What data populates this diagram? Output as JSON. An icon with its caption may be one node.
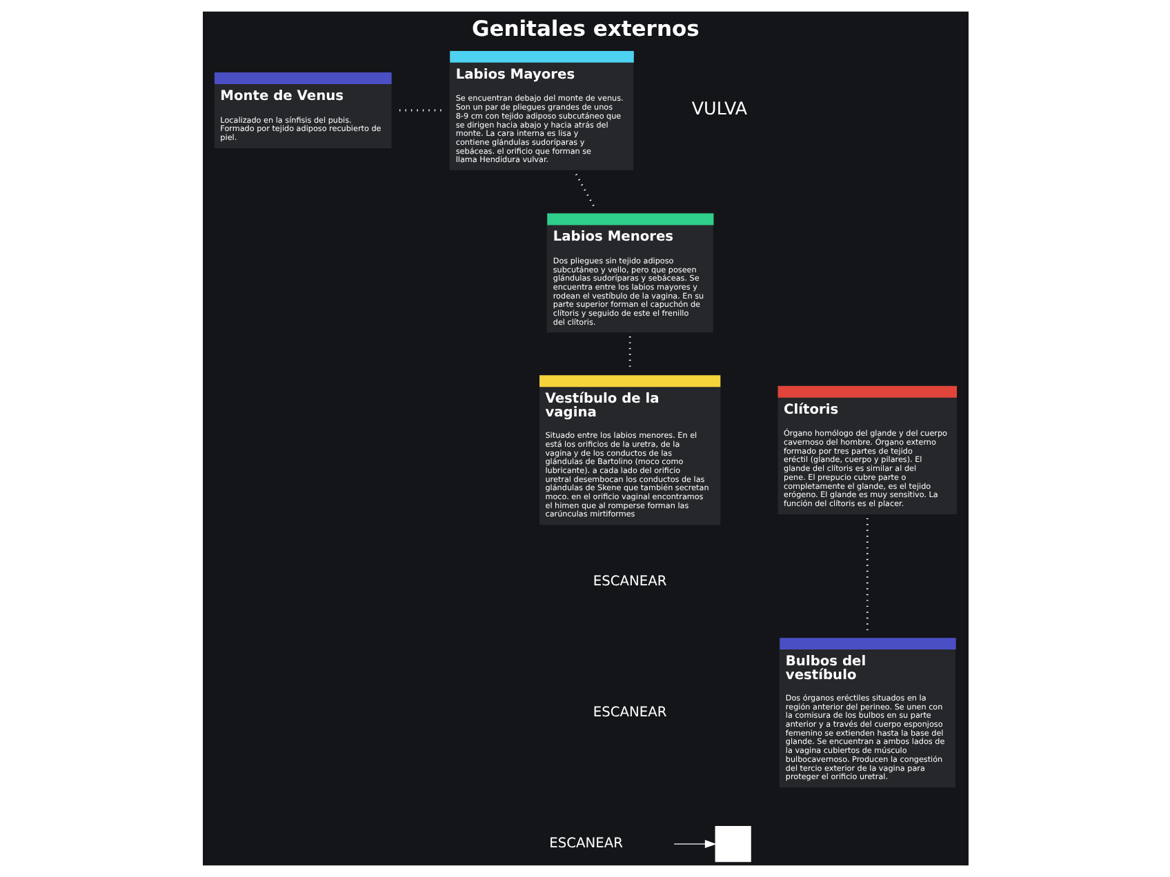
{
  "diagram": {
    "title": "Genitales externos",
    "nodes": [
      {
        "text": [
          "Monte de Venus",
          "Localizado en la sínfisis del pubis. Formado por tejido adiposo recubierto de piel."
        ]
      },
      {
        "text": [
          "Labios Mayores",
          "Se encuentran debajo del monte de venus. Son un par de pliegues grandes de unos 8-9 cm con tejido adiposo subcutáneo que se dirigen hacia abajo y hacia atrás del monte. La cara interna es lisa y contiene glándulas sudoríparas y sebáceas. el orificio que forman se llama Hendidura vulvar."
        ]
      },
      {
        "text": [
          "Labios Menores",
          "Dos pliegues sin tejido adiposo subcutáneo y vello, pero que poseen glándulas sudoríparas y sebáceas. Se encuentra entre los labios mayores y rodean el vestíbulo de la vagina. En su parte superior forman el capuchón de clítoris y seguido de este el frenillo del clítoris."
        ]
      },
      {
        "text": [
          "Vestíbulo de la vagina",
          "Situado entre los labios menores. En el está los orificios de la uretra, de la vagina y de los conductos de las glándulas de Bartolino (moco como lubricante). a cada lado del orificio uretral desembocan los conductos de las glándulas de Skene que también secretan moco. en el orificio vaginal encontramos el himen que al romperse forman las carúnculas mirtiformes"
        ]
      },
      {
        "text": [
          "Clítoris",
          "Órgano homólogo del glande y del cuerpo cavernoso del hombre. Órgano externo formado por tres partes de tejido eréctil (glande, cuerpo y pilares). El glande del clítoris es similar al del pene. El prepucio cubre parte o completamente el glande, es el tejido erógeno. El glande es muy sensitivo. La función del clítoris es el placer."
        ]
      },
      {
        "text": [
          "Bulbos del vestíbulo",
          "Dos órganos eréctiles situados en la región anterior del perineo. Se unen con la comisura de los bulbos en su parte anterior y a través del cuerpo esponjoso femenino se extienden hasta la base del glande. Se encuentran a ambos lados de la vagina cubiertos de músculo bulbocavernoso. Producen la congestión del tercio exterior de la vagina para proteger el orificio uretral."
        ]
      },
      {
        "text": [],
        "shape": "box"
      }
    ],
    "edges": [
      {
        "from": 0,
        "to": 1,
        "arrow": "none",
        "style": "dashed"
      },
      {
        "from": 1,
        "to": 2,
        "arrow": "none",
        "style": "dashed"
      },
      {
        "from": 2,
        "to": 3,
        "arrow": "none",
        "style": "dashed"
      },
      {
        "from": 4,
        "to": 5,
        "arrow": "none",
        "style": "dashed"
      },
      {
        "from": null,
        "to": 6,
        "arrow": "to"
      }
    ],
    "labels": [
      "VULVA",
      "ESCANEAR",
      "ESCANEAR",
      "ESCANEAR"
    ]
  }
}
